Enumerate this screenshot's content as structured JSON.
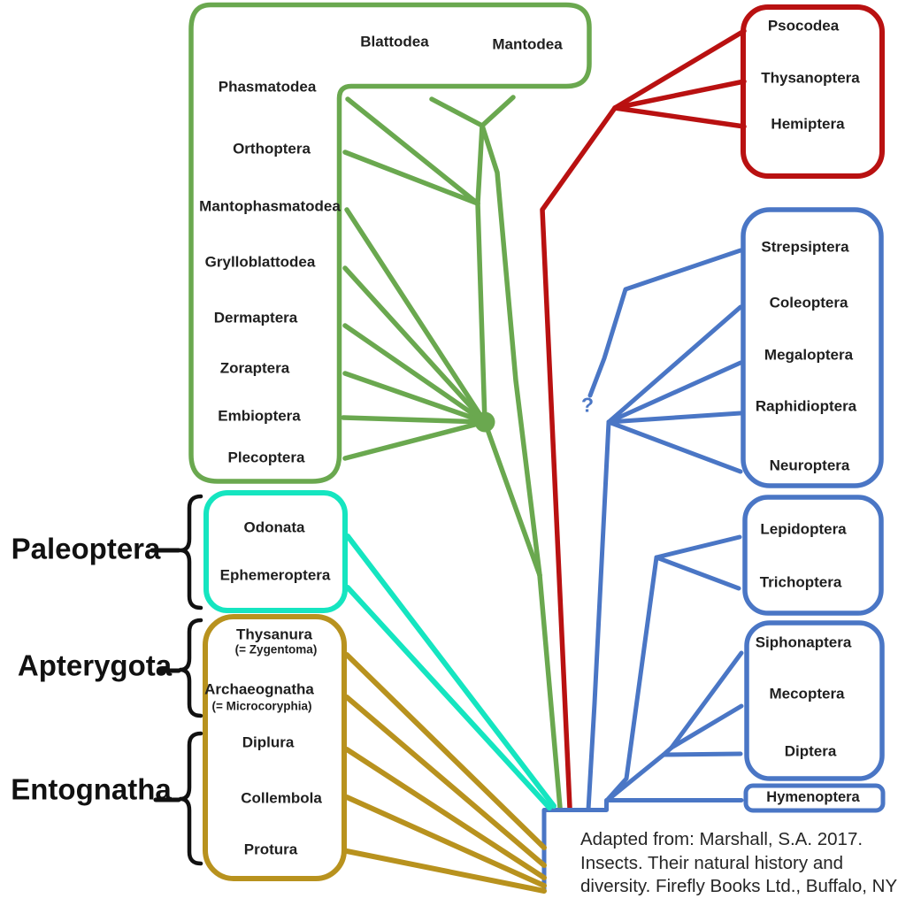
{
  "colors": {
    "green": "#6aa84f",
    "red": "#b91111",
    "blue": "#4a76c5",
    "cyan": "#15e5c0",
    "gold": "#b8921e",
    "ink": "#1f1f1f"
  },
  "taxa": {
    "polyneoptera": [
      "Blattodea",
      "Mantodea",
      "Phasmatodea",
      "Orthoptera",
      "Mantophasmatodea",
      "Grylloblattodea",
      "Dermaptera",
      "Zoraptera",
      "Embioptera",
      "Plecoptera"
    ],
    "paraneoptera": [
      "Psocodea",
      "Thysanoptera",
      "Hemiptera"
    ],
    "coleopterida": [
      "Strepsiptera",
      "Coleoptera",
      "Megaloptera",
      "Raphidioptera",
      "Neuroptera"
    ],
    "amphiesmenoptera": [
      "Lepidoptera",
      "Trichoptera"
    ],
    "antliophora": [
      "Siphonaptera",
      "Mecoptera",
      "Diptera"
    ],
    "hymenoptera": "Hymenoptera",
    "paleoptera": [
      "Odonata",
      "Ephemeroptera"
    ],
    "apterygota": [
      "Thysanura",
      "(= Zygentoma)",
      "Archaeognatha",
      "(= Microcoryphia)"
    ],
    "entognatha": [
      "Diplura",
      "Collembola",
      "Protura"
    ]
  },
  "group_labels": {
    "paleoptera": "Paleoptera",
    "apterygota": "Apterygota",
    "entognatha": "Entognatha"
  },
  "uncertainty_marker": "?",
  "attribution": {
    "line1": "Adapted from: Marshall, S.A. 2017.",
    "line2": "Insects. Their natural history and",
    "line3": "diversity. Firefly Books Ltd., Buffalo, NY"
  }
}
